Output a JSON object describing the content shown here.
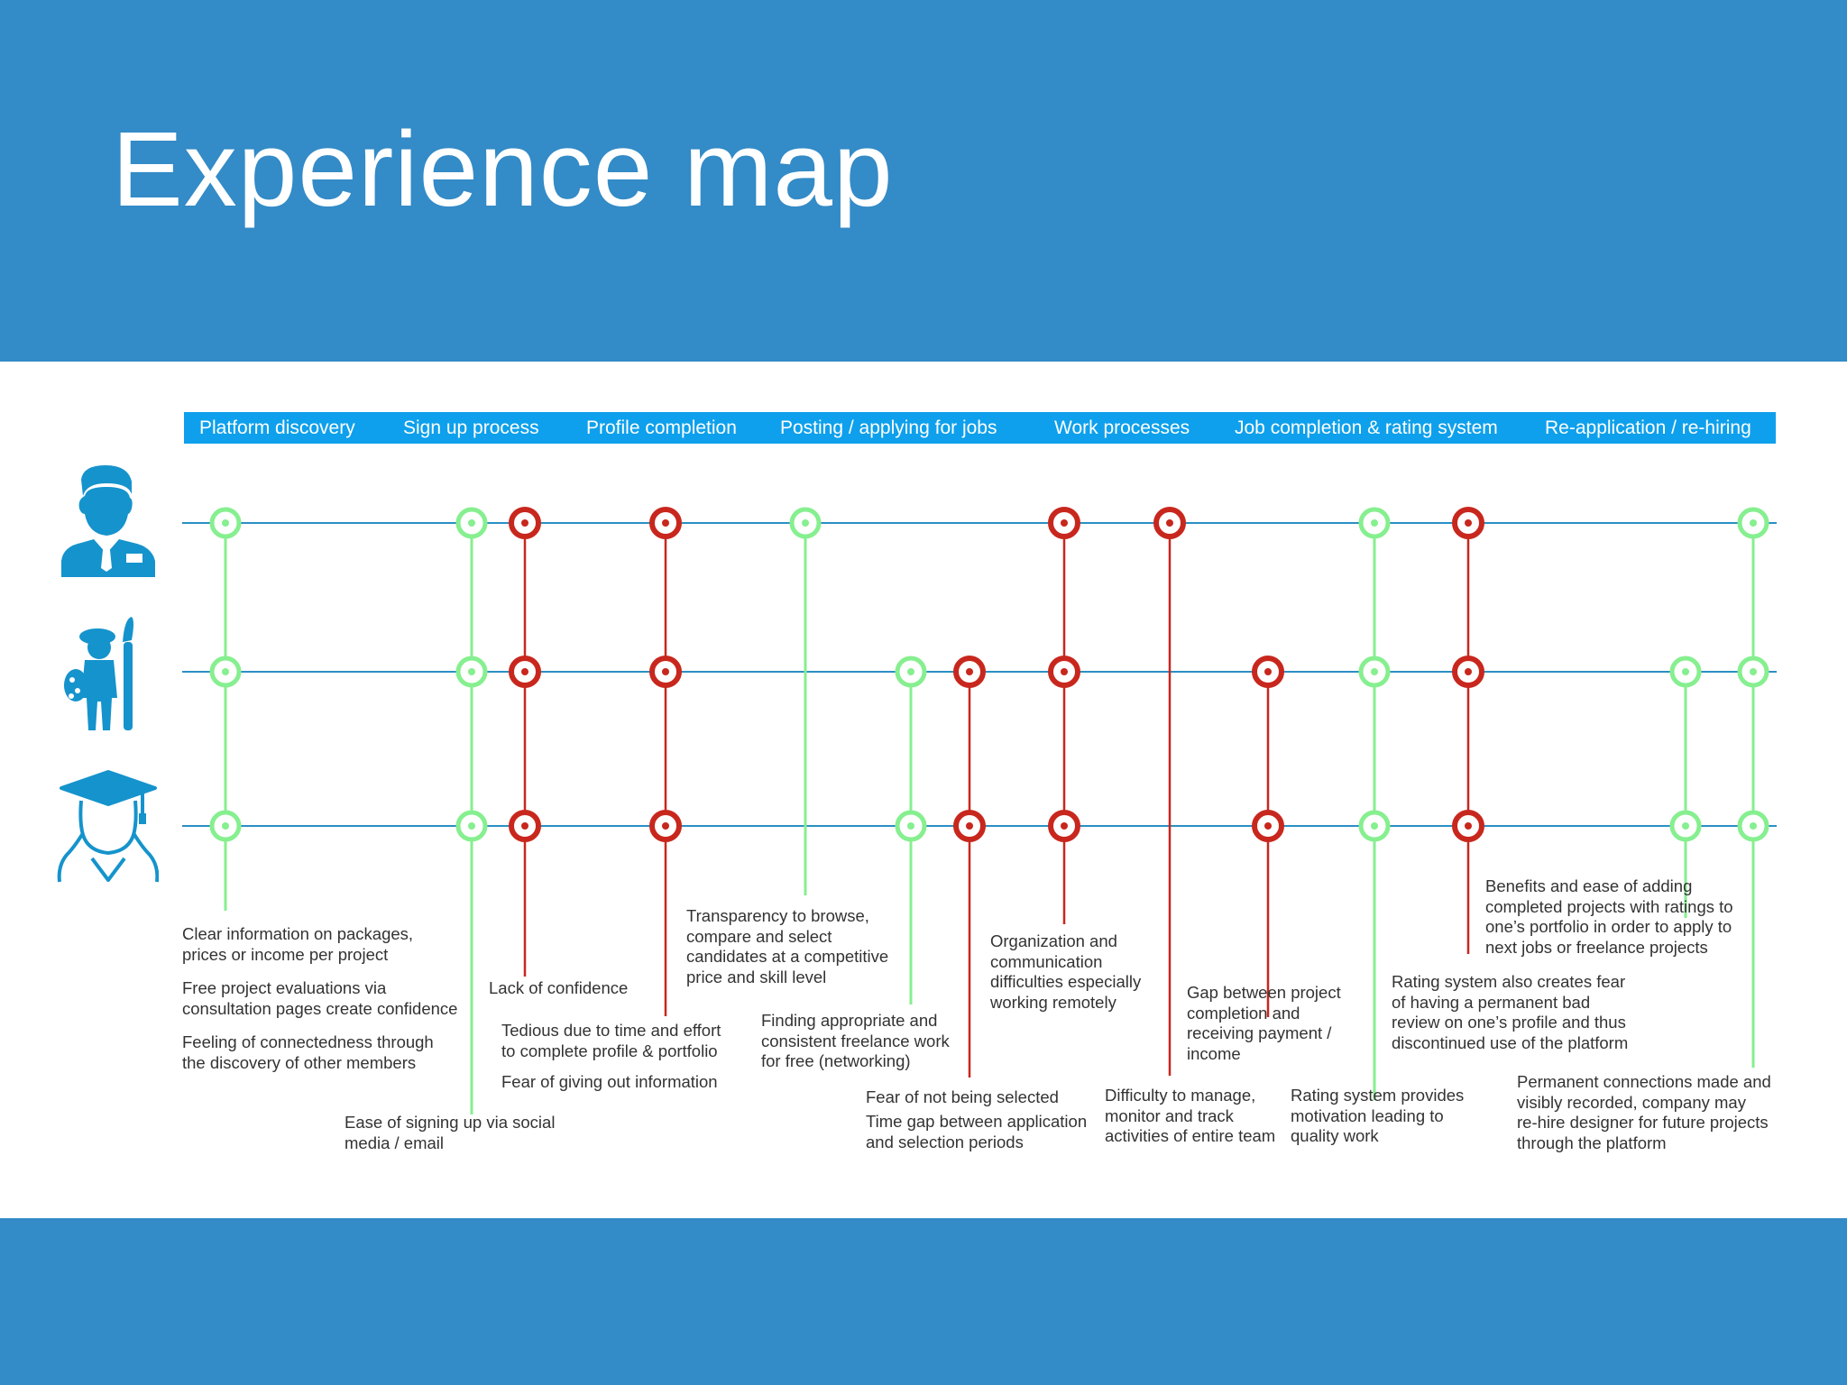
{
  "title": "Experience map",
  "colors": {
    "band": "#338bc7",
    "phase_bar": "#0ea0ec",
    "axis_line": "#2a8fc4",
    "positive": "#86ef8f",
    "negative": "#c8271d",
    "icon": "#1593cc",
    "text": "#333333"
  },
  "phases": [
    "Platform discovery",
    "Sign up process",
    "Profile completion",
    "Posting / applying for jobs",
    "Work processes",
    "Job completion & rating system",
    "Re-application / re-hiring"
  ],
  "personas": [
    {
      "name": "business-person-icon"
    },
    {
      "name": "artist-icon"
    },
    {
      "name": "graduate-icon"
    }
  ],
  "touchpoints": [
    {
      "type": "positive",
      "rows": [
        1,
        2,
        3
      ]
    },
    {
      "type": "positive",
      "rows": [
        1,
        2,
        3
      ]
    },
    {
      "type": "negative",
      "rows": [
        1,
        2,
        3
      ]
    },
    {
      "type": "negative",
      "rows": [
        1,
        2,
        3
      ]
    },
    {
      "type": "positive",
      "rows": [
        1
      ]
    },
    {
      "type": "positive",
      "rows": [
        2,
        3
      ]
    },
    {
      "type": "negative",
      "rows": [
        2,
        3
      ]
    },
    {
      "type": "negative",
      "rows": [
        1,
        2,
        3
      ]
    },
    {
      "type": "negative",
      "rows": [
        1
      ]
    },
    {
      "type": "negative",
      "rows": [
        2,
        3
      ]
    },
    {
      "type": "positive",
      "rows": [
        1,
        2,
        3
      ]
    },
    {
      "type": "negative",
      "rows": [
        1,
        2,
        3
      ]
    },
    {
      "type": "positive",
      "rows": [
        2,
        3
      ]
    },
    {
      "type": "positive",
      "rows": [
        1,
        2,
        3
      ]
    }
  ],
  "notes": [
    "Clear information on packages,\nprices or income per project",
    "Free project evaluations via\nconsultation pages create confidence",
    "Feeling of connectedness through\nthe discovery of other members",
    "Ease of signing up via social\nmedia / email",
    "Lack of confidence",
    "Tedious due to time and effort\nto complete profile & portfolio",
    "Fear of giving out information",
    "Transparency to browse,\ncompare and select\ncandidates at a competitive\nprice and skill level",
    "Finding appropriate and\nconsistent freelance work\nfor free (networking)",
    "Fear of not being selected",
    "Time gap between application\nand selection periods",
    "Organization and\ncommunication\ndifficulties especially\nworking remotely",
    "Difficulty to manage,\nmonitor and track\nactivities of entire team",
    "Gap between project\ncompletion and\nreceiving payment /\nincome",
    "Rating system provides\nmotivation leading to\nquality work",
    "Rating system also creates fear\nof having a permanent bad\nreview on one’s profile and thus\ndiscontinued use of the platform",
    "Benefits and ease of adding\ncompleted projects with ratings to\none’s portfolio in order to apply to\nnext jobs or freelance projects",
    "Permanent connections made and\nvisibly recorded, company may\nre-hire designer for future projects\nthrough the platform"
  ]
}
